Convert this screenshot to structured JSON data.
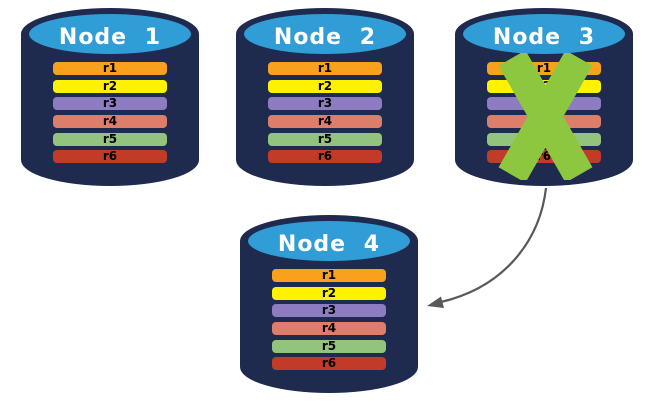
{
  "palette": {
    "background": "#FFFFFF",
    "cylinder_body": "#1F2B4E",
    "cylinder_top": "#309DD6",
    "title_text": "#FFFFFF",
    "row_text": "#000000",
    "row_colors": [
      "#F9A11C",
      "#FFF200",
      "#8E7CC3",
      "#DD7E6B",
      "#93C47D",
      "#C23B28"
    ],
    "failure_x": "#8DC63F",
    "arrow": "#595959"
  },
  "nodes": [
    {
      "label": "Node 1",
      "status": "active",
      "rows": [
        "r1",
        "r2",
        "r3",
        "r4",
        "r5",
        "r6"
      ]
    },
    {
      "label": "Node 2",
      "status": "active",
      "rows": [
        "r1",
        "r2",
        "r3",
        "r4",
        "r5",
        "r6"
      ]
    },
    {
      "label": "Node 3",
      "status": "failed",
      "rows": [
        "r1",
        "r2",
        "r3",
        "r4",
        "r5",
        "r6"
      ]
    },
    {
      "label": "Node 4",
      "status": "active",
      "rows": [
        "r1",
        "r2",
        "r3",
        "r4",
        "r5",
        "r6"
      ]
    }
  ],
  "arrow": {
    "from": "Node 3",
    "to": "Node 4"
  }
}
